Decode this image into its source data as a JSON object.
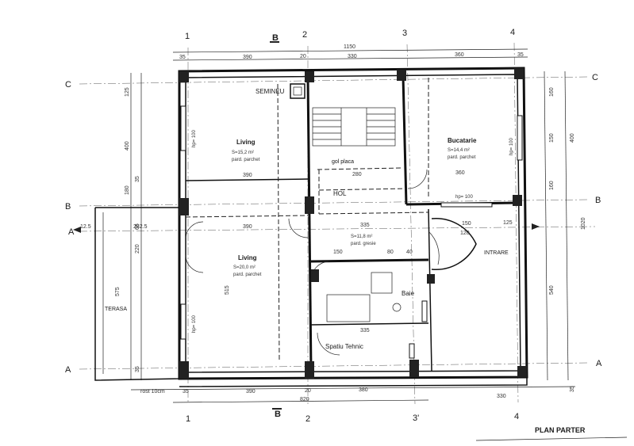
{
  "plan_title": "PLAN PARTER",
  "axes": {
    "top": [
      "1",
      "2",
      "3",
      "4"
    ],
    "bottom": [
      "1",
      "2",
      "3'",
      "4"
    ],
    "left": [
      "C",
      "B",
      "A",
      "A"
    ],
    "right": [
      "C",
      "B",
      "A"
    ],
    "section": "B"
  },
  "rooms": {
    "semineu": "SEMINEU",
    "living_top": "Living",
    "living_top_area": "S=15,2 m²",
    "living_top_floor": "pard. parchet",
    "living_bottom": "Living",
    "living_bottom_area": "S=20,0 m²",
    "living_bottom_floor": "pard. parchet",
    "bucatarie": "Bucatarie",
    "bucatarie_area": "S=14,4 m²",
    "bucatarie_floor": "pard. parchet",
    "gol_placa": "gol placa",
    "hol": "HOL",
    "hol_area": "S=11,8 m²",
    "hol_floor": "pard. gresie",
    "baie": "Baie",
    "spatiu_tehnic": "Spatiu Tehnic",
    "terasa": "TERASA",
    "intrare": "INTRARE"
  },
  "dims": {
    "top_total": "1150",
    "top_parts": [
      "35",
      "390",
      "20",
      "330",
      "360",
      "35"
    ],
    "bottom_total": "820",
    "bottom_parts": [
      "35",
      "390",
      "20",
      "380",
      "330"
    ],
    "rost": "rost 10cm",
    "left_total": "575",
    "left_parts": [
      "125",
      "400",
      "35",
      "180",
      "65",
      "220",
      "515",
      "35"
    ],
    "right_total": "1020",
    "right_parts": [
      "160",
      "150",
      "400",
      "160",
      "540",
      "35"
    ],
    "inner_390_a": "390",
    "inner_390_b": "390",
    "inner_360": "360",
    "inner_280": "280",
    "inner_335_a": "335",
    "inner_335_b": "335",
    "inner_150": "150",
    "inner_80": "80",
    "inner_40": "40",
    "inner_120": "120",
    "inner_125": "125",
    "inner_150b": "150",
    "inner_12_5": "12.5",
    "inner_282_5": "282.5",
    "hp_living": "hp= 100",
    "hp_buc": "hp= 100",
    "hp_buc2": "hp= 100",
    "hp_living2": "hp= 100"
  }
}
